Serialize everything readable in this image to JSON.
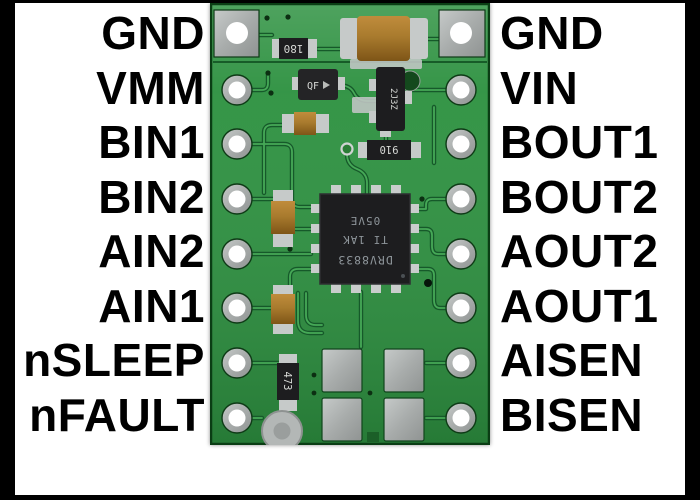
{
  "pins": {
    "left": [
      "GND",
      "VMM",
      "BIN1",
      "BIN2",
      "AIN2",
      "AIN1",
      "nSLEEP",
      "nFAULT"
    ],
    "right": [
      "GND",
      "VIN",
      "BOUT1",
      "BOUT2",
      "AOUT2",
      "AOUT1",
      "AISEN",
      "BISEN"
    ]
  },
  "board": {
    "chip": {
      "line1": "DRV8833",
      "line2": "TI 1AK",
      "line3": "05VE"
    },
    "markings": {
      "resistor_top": "180",
      "diode": "QF",
      "transistor": "2J3Z",
      "resistor_mid": "910",
      "resistor_bottom": "473"
    },
    "colors": {
      "pcb_green": "#2d9140",
      "pcb_dark_trace": "#16592a",
      "trace_light": "#46a957",
      "tin_silver": "#c6cac9",
      "capacitor_tan": "#a97b2e",
      "component_black": "#1d1d1f",
      "label_black": "#000000",
      "frame_black": "#000000",
      "background_white": "#ffffff"
    }
  }
}
